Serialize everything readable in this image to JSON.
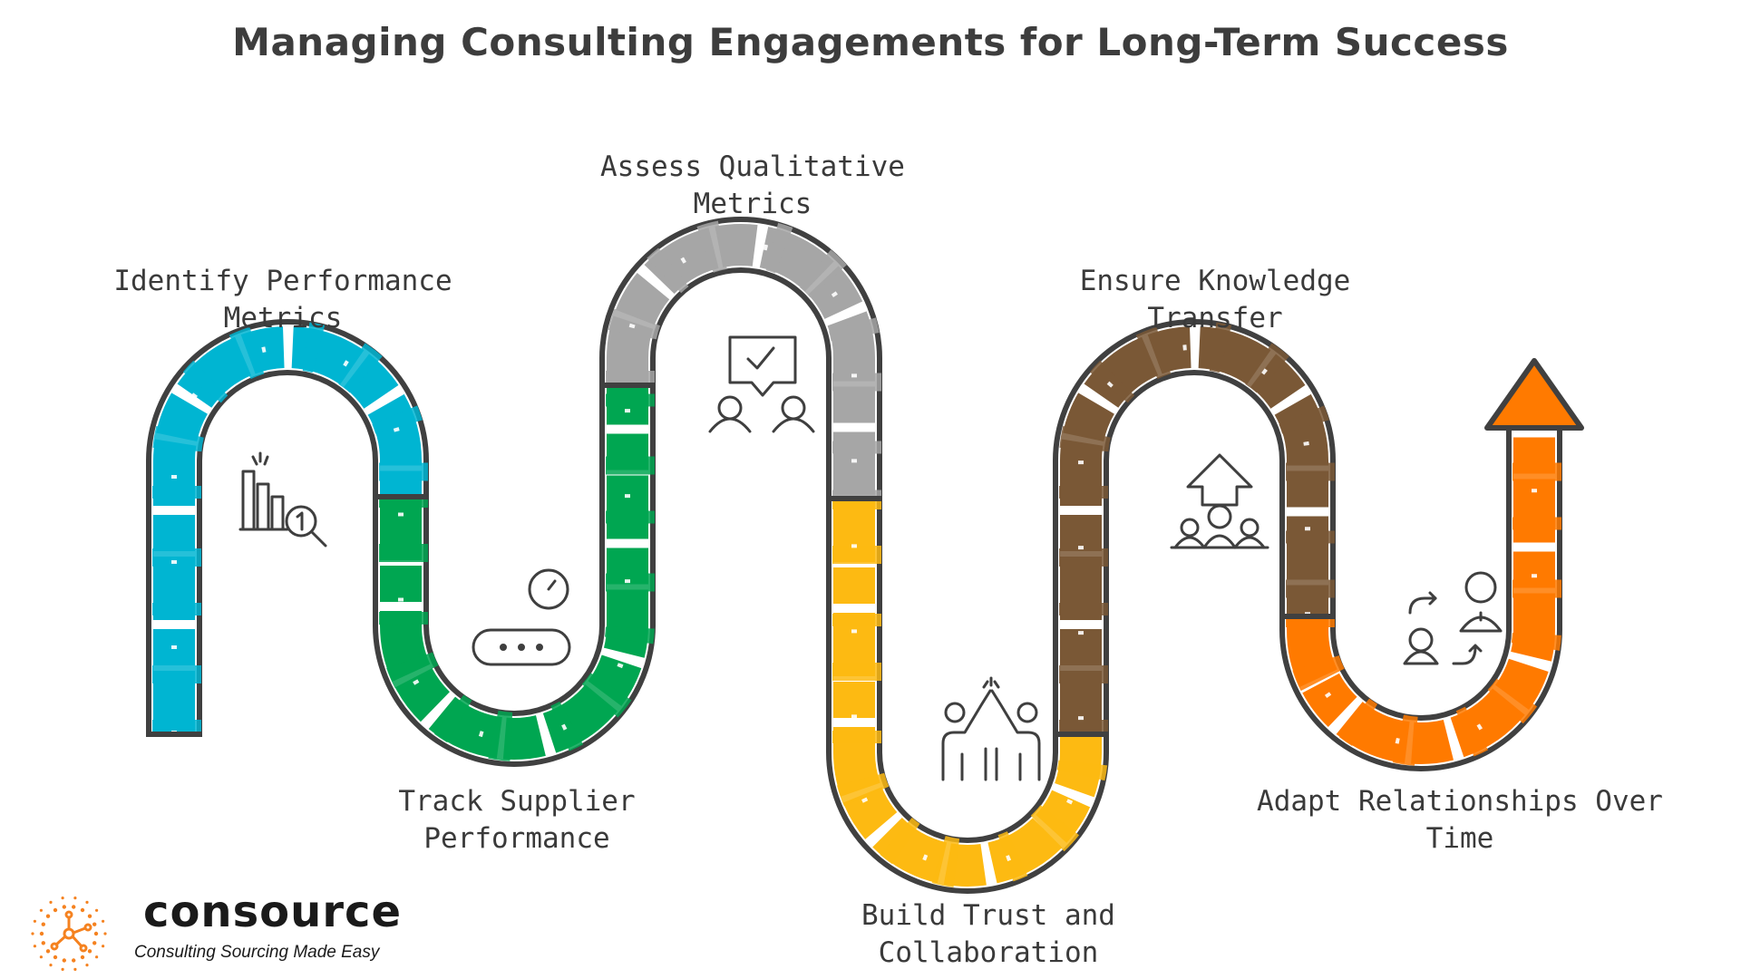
{
  "title": "Managing Consulting Engagements for Long-Term Success",
  "steps": [
    {
      "label_line1": "Identify Performance",
      "label_line2": "Metrics",
      "color": "#00b5d2",
      "icon": "bar-chart-magnifier-icon"
    },
    {
      "label_line1": "Track Supplier",
      "label_line2": "Performance",
      "color": "#00a651",
      "icon": "conveyor-gauge-icon"
    },
    {
      "label_line1": "Assess Qualitative",
      "label_line2": "Metrics",
      "color": "#a6a6a6",
      "icon": "feedback-checkmark-people-icon"
    },
    {
      "label_line1": "Build Trust and",
      "label_line2": "Collaboration",
      "color": "#fdba12",
      "icon": "high-five-icon"
    },
    {
      "label_line1": "Ensure Knowledge",
      "label_line2": "Transfer",
      "color": "#7a5836",
      "icon": "knowledge-growth-group-icon"
    },
    {
      "label_line1": "Adapt Relationships Over",
      "label_line2": "Time",
      "color": "#ff7a00",
      "icon": "relationship-exchange-icon"
    }
  ],
  "brand": {
    "name": "consource",
    "tagline": "Consulting Sourcing Made Easy",
    "accent": "#f58220",
    "icon": "network-sun-logo-icon"
  }
}
